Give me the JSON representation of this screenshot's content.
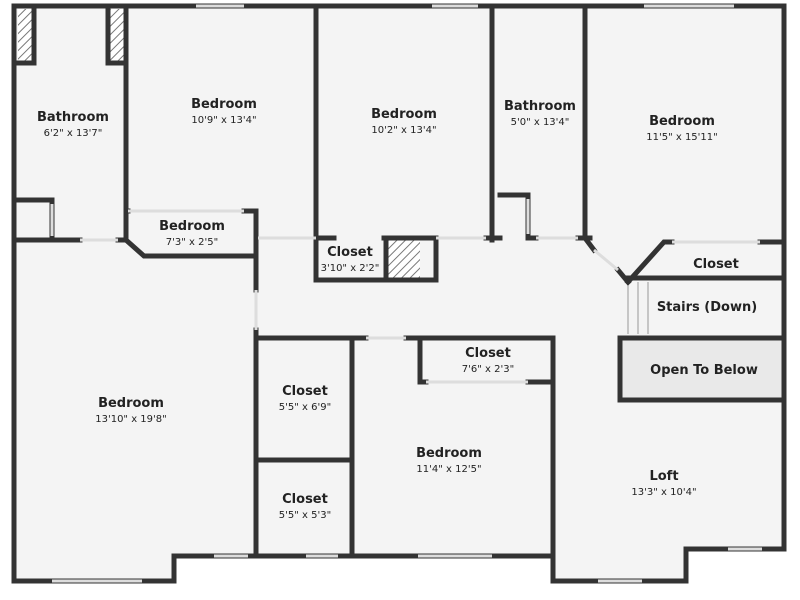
{
  "colors": {
    "wall": "#333333",
    "floor": "#f4f4f4",
    "window": "#dddddd",
    "open_below": "#e9e9e9",
    "hatch": "#777777"
  },
  "rooms": [
    {
      "id": "bath-left",
      "name": "Bathroom",
      "dims": "6'2\" x 13'7\""
    },
    {
      "id": "bed-top-left",
      "name": "Bedroom",
      "dims": "10'9\" x 13'4\""
    },
    {
      "id": "bed-top-center",
      "name": "Bedroom",
      "dims": "10'2\" x 13'4\""
    },
    {
      "id": "bath-right",
      "name": "Bathroom",
      "dims": "5'0\" x 13'4\""
    },
    {
      "id": "bed-top-right",
      "name": "Bedroom",
      "dims": "11'5\" x 15'11\""
    },
    {
      "id": "bed-small",
      "name": "Bedroom",
      "dims": "7'3\" x 2'5\""
    },
    {
      "id": "closet-center",
      "name": "Closet",
      "dims": "3'10\" x 2'2\""
    },
    {
      "id": "closet-right",
      "name": "Closet",
      "dims": ""
    },
    {
      "id": "stairs",
      "name": "Stairs (Down)",
      "dims": ""
    },
    {
      "id": "open-below",
      "name": "Open To Below",
      "dims": ""
    },
    {
      "id": "bed-large-left",
      "name": "Bedroom",
      "dims": "13'10\" x 19'8\""
    },
    {
      "id": "closet-mid-upper",
      "name": "Closet",
      "dims": "5'5\" x 6'9\""
    },
    {
      "id": "closet-mid-lower",
      "name": "Closet",
      "dims": "5'5\" x 5'3\""
    },
    {
      "id": "closet-center-lower",
      "name": "Closet",
      "dims": "7'6\" x 2'3\""
    },
    {
      "id": "bed-center-lower",
      "name": "Bedroom",
      "dims": "11'4\" x 12'5\""
    },
    {
      "id": "loft",
      "name": "Loft",
      "dims": "13'3\" x 10'4\""
    }
  ]
}
